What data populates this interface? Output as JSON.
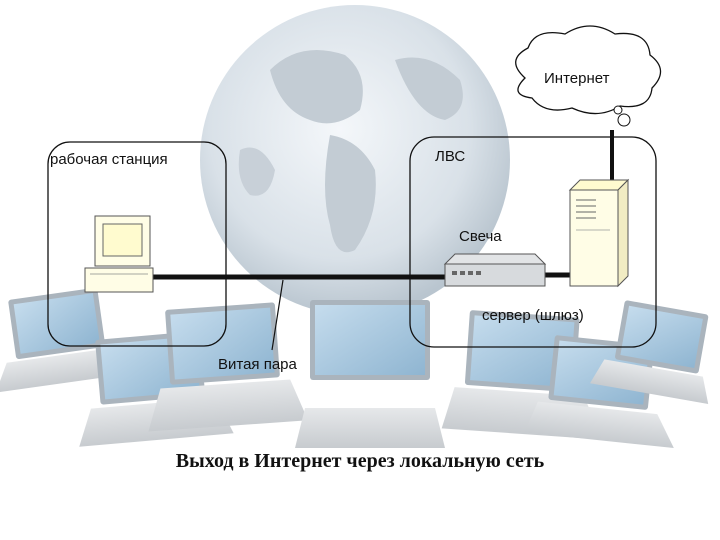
{
  "labels": {
    "internet": "Интернет",
    "workstation": "рабочая станция",
    "lan": "ЛВС",
    "hub": "Свеча",
    "server": "сервер (шлюз)",
    "twisted_pair": "Витая пара"
  },
  "caption": "Выход в Интернет через локальную сеть",
  "icons": {
    "globe": "globe-icon",
    "cloud": "cloud-icon",
    "workstation": "desktop-computer-icon",
    "hub": "network-hub-icon",
    "server": "server-tower-icon",
    "laptops": "laptop-icon"
  },
  "colors": {
    "globe": "#cfd8e0",
    "laptop_screen": "#9ec3dc",
    "device_fill": "#fffde6",
    "line": "#111111"
  }
}
